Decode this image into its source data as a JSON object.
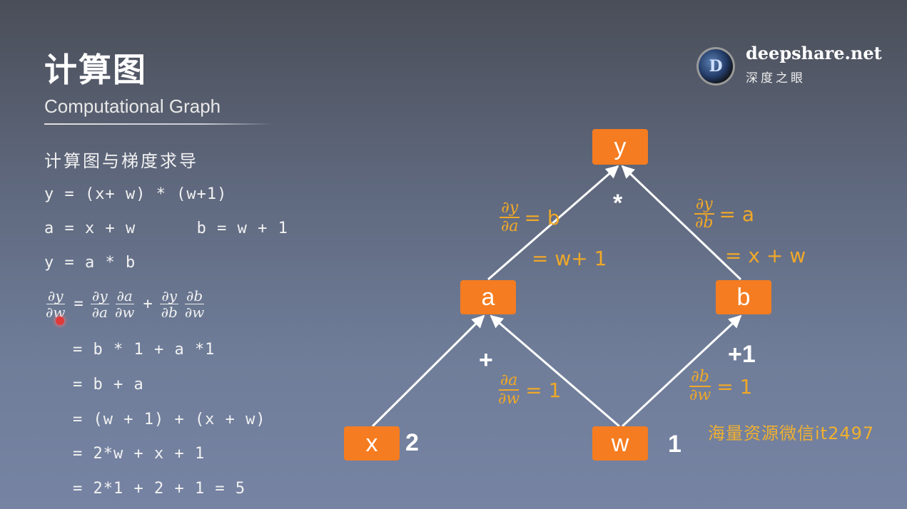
{
  "slide": {
    "title": "计算图",
    "subtitle": "Computational Graph",
    "section_heading": "计算图与梯度求导"
  },
  "equations": [
    "y = (x+ w) * (w+1)",
    "a = x + w      b = w + 1",
    "y = a * b"
  ],
  "main_derivative": {
    "lhs_num": "∂y",
    "lhs_den": "∂w",
    "eq": "=",
    "t1_num": "∂y",
    "t1_den": "∂a",
    "t2_num": "∂a",
    "t2_den": "∂w",
    "plus": "+",
    "t3_num": "∂y",
    "t3_den": "∂b",
    "t4_num": "∂b",
    "t4_den": "∂w"
  },
  "steps": [
    "= b * 1 + a *1",
    "= b + a",
    "= (w + 1) + (x + w)",
    "= 2*w + x + 1",
    "= 2*1 + 2 + 1 = 5"
  ],
  "logo": {
    "letter": "D",
    "brand": "deepshare.net",
    "sub": "深度之眼"
  },
  "graph": {
    "nodes": {
      "y": "y",
      "a": "a",
      "b": "b",
      "x": "x",
      "w": "w"
    },
    "values": {
      "x": "2",
      "w": "1"
    },
    "ops": {
      "mul": "*",
      "add": "+",
      "plus_one": "+1"
    },
    "annotations": {
      "dy_da": {
        "num": "∂y",
        "den": "∂a",
        "rhs": "= b",
        "rhs2": "= w+ 1"
      },
      "dy_db": {
        "num": "∂y",
        "den": "∂b",
        "rhs": "= a",
        "rhs2": "= x + w"
      },
      "da_dw": {
        "num": "∂a",
        "den": "∂w",
        "rhs": "= 1"
      },
      "db_dw": {
        "num": "∂b",
        "den": "∂w",
        "rhs": "= 1"
      }
    },
    "colors": {
      "node": "#f57c20",
      "annotation": "#f0a828",
      "edge": "#ffffff"
    }
  },
  "watermark": "海量资源微信it2497"
}
